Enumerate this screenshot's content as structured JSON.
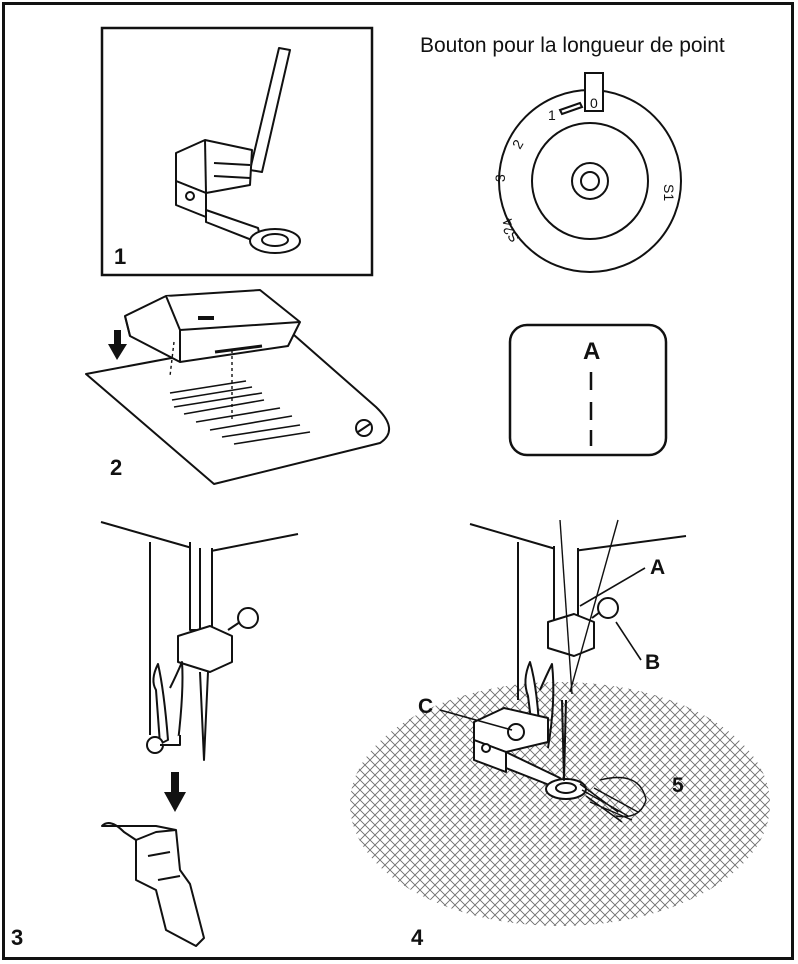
{
  "figures": {
    "fig1": {
      "number": "1"
    },
    "fig2": {
      "number": "2"
    },
    "fig3": {
      "number": "3"
    },
    "fig4": {
      "number": "4"
    }
  },
  "dial": {
    "title": "Bouton pour la longueur de point",
    "marks": [
      "0",
      "1",
      "2",
      "3",
      "4",
      "S2",
      "S1"
    ]
  },
  "stitch_display": {
    "label": "A"
  },
  "callouts": {
    "a": "A",
    "b": "B",
    "c": "C",
    "five": "5"
  },
  "colors": {
    "line": "#111111",
    "paper": "#ffffff",
    "fabric": "#9a9a9a"
  }
}
